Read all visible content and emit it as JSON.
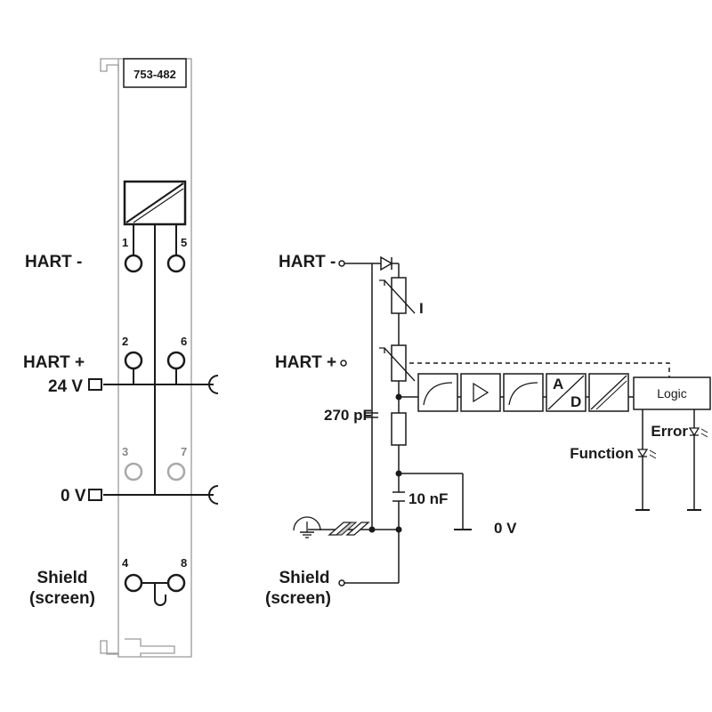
{
  "module": {
    "part_number": "753-482"
  },
  "terminals": {
    "t1": "1",
    "t2": "2",
    "t3": "3",
    "t4": "4",
    "t5": "5",
    "t6": "6",
    "t7": "7",
    "t8": "8"
  },
  "left_labels": {
    "hart_minus": "HART -",
    "hart_plus": "HART +",
    "v24": "24 V",
    "v0": "0 V",
    "shield_line1": "Shield",
    "shield_line2": "(screen)"
  },
  "right_labels": {
    "hart_minus": "HART -",
    "hart_plus": "HART +",
    "current_symbol": "I",
    "cap_270": "270 pF",
    "cap_10": "10 nF",
    "v0": "0 V",
    "shield_line1": "Shield",
    "shield_line2": "(screen)",
    "adc_a": "A",
    "adc_d": "D",
    "logic": "Logic",
    "function": "Function",
    "error": "Error"
  }
}
